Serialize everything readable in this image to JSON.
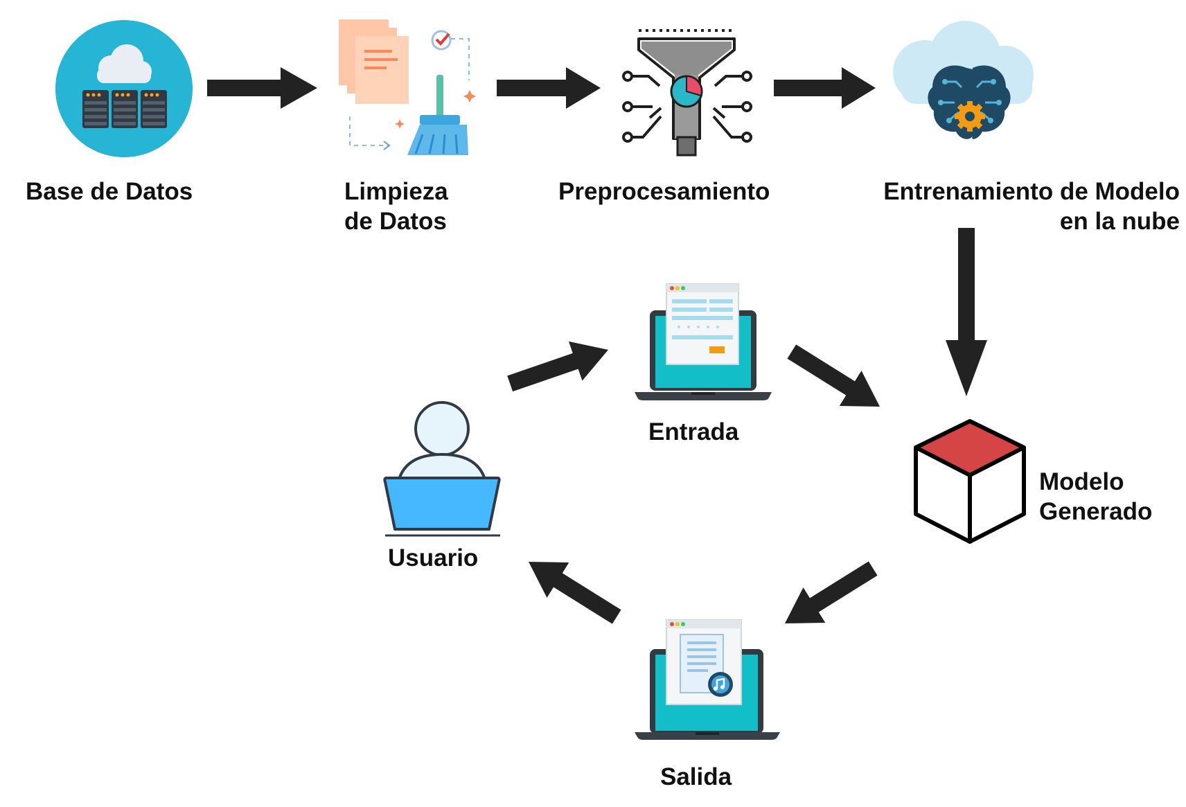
{
  "labels": {
    "base_datos": "Base de Datos",
    "limpieza_line1": "Limpieza",
    "limpieza_line2": "de Datos",
    "preprocesamiento": "Preprocesamiento",
    "entrenamiento_line1": "Entrenamiento de Modelo",
    "entrenamiento_line2": "en la nube",
    "entrada": "Entrada",
    "modelo_line1": "Modelo",
    "modelo_line2": "Generado",
    "usuario": "Usuario",
    "salida": "Salida"
  },
  "colors": {
    "arrow": "#222222",
    "database_circle": "#27b5d6",
    "cube_top": "#d64545",
    "laptop_screen": "#12bfc8",
    "user_laptop": "#45b8ff",
    "brain": "#1e4a66",
    "gear": "#f39c12",
    "broom": "#3ea6dd"
  },
  "icons": {
    "database": "cloud-server-database-icon",
    "cleaning": "documents-broom-cleaning-icon",
    "preprocessing": "funnel-circuit-icon",
    "training": "cloud-brain-gear-icon",
    "input": "laptop-form-icon",
    "model": "cube-icon",
    "user": "user-laptop-icon",
    "output": "laptop-music-document-icon"
  }
}
